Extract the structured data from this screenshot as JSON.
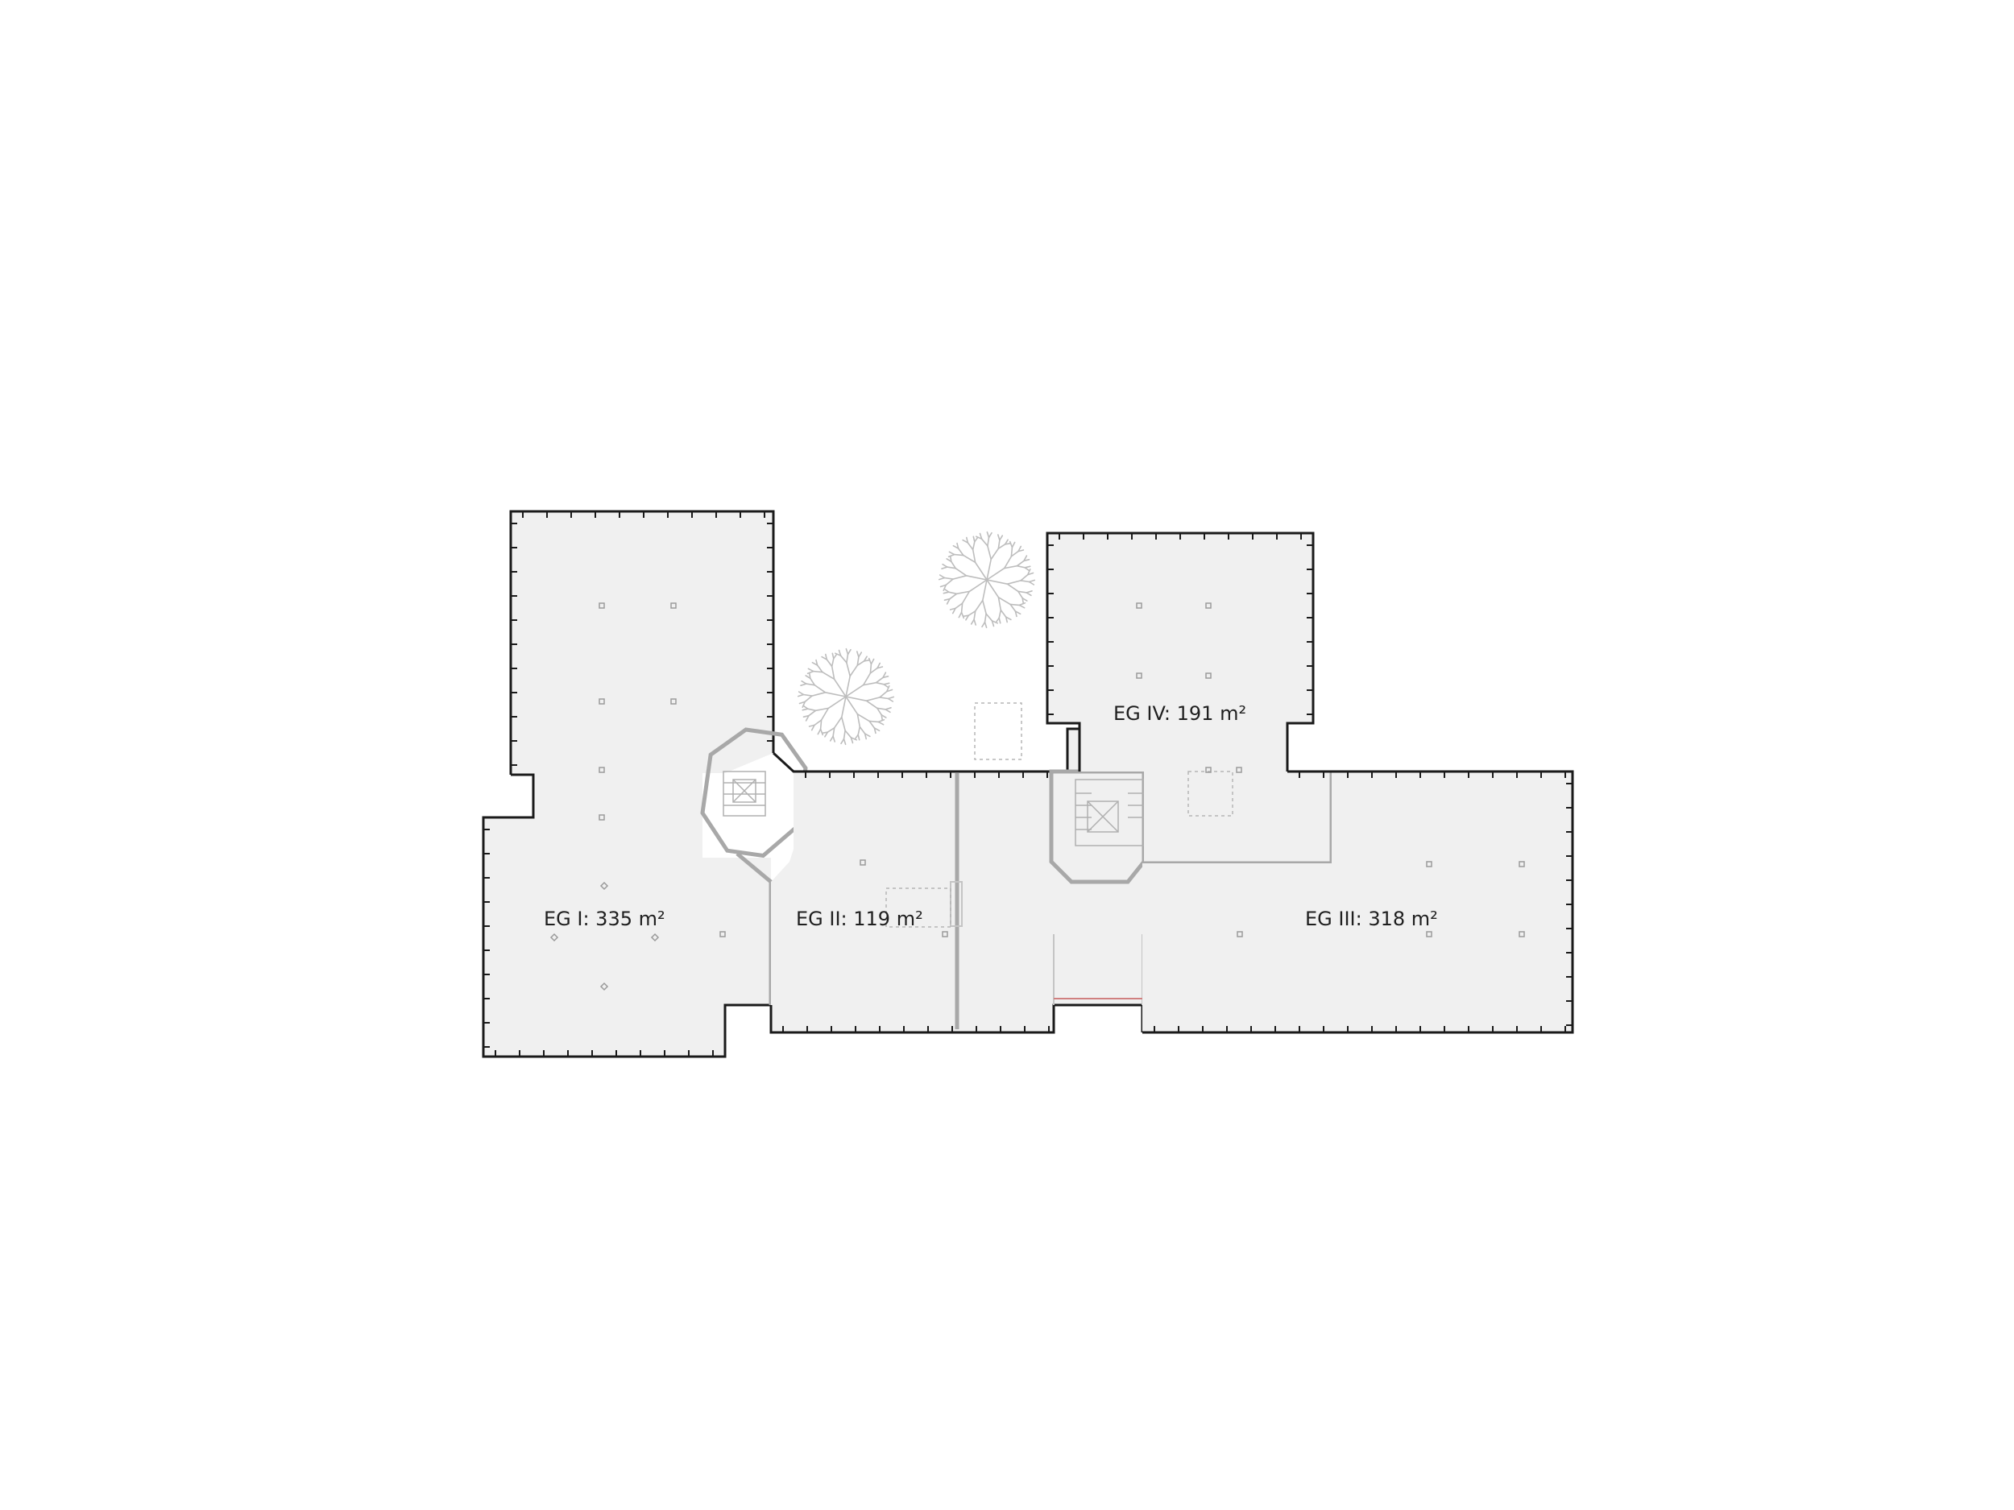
{
  "floorplan": {
    "rooms": [
      {
        "id": "eg1",
        "name": "EG I",
        "area": "335",
        "unit": "m²",
        "label": "EG I: 335 m²"
      },
      {
        "id": "eg2",
        "name": "EG II",
        "area": "119",
        "unit": "m²",
        "label": "EG II: 119 m²"
      },
      {
        "id": "eg3",
        "name": "EG III",
        "area": "318",
        "unit": "m²",
        "label": "EG III: 318 m²"
      },
      {
        "id": "eg4",
        "name": "EG IV",
        "area": "191",
        "unit": "m²",
        "label": "EG IV: 191 m²"
      }
    ],
    "colors": {
      "background": "#ffffff",
      "room_fill": "#f0f0f0",
      "outer_wall": "#1a1a1a",
      "inner_wall": "#a8a8a8",
      "trees": "#bdbdbd"
    },
    "icons": [
      "tree-icon",
      "tree-icon",
      "stair-icon",
      "stair-icon",
      "elevator-icon",
      "elevator-icon"
    ]
  }
}
